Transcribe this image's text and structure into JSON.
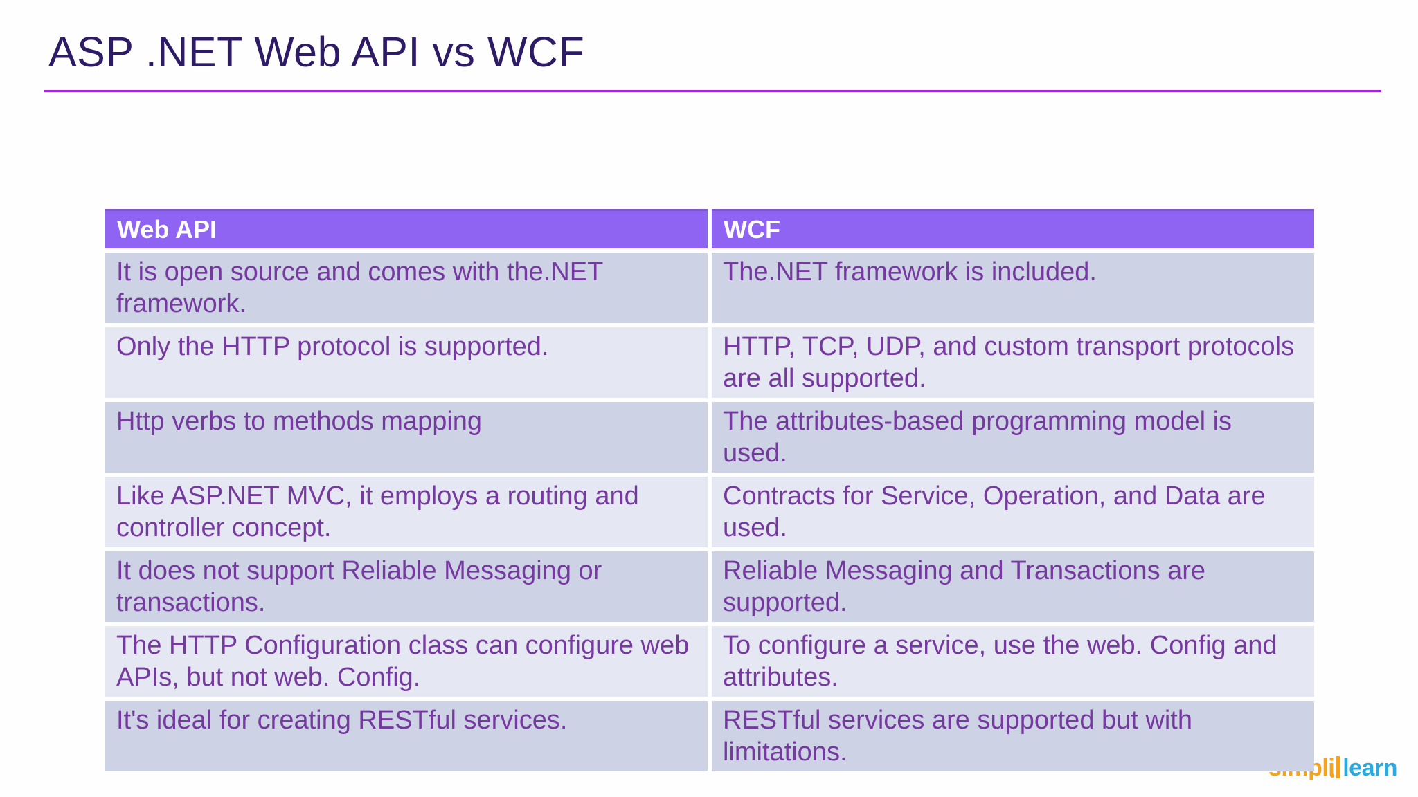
{
  "slide": {
    "title": "ASP .NET Web API vs WCF"
  },
  "table": {
    "headers": [
      {
        "label": "Web API"
      },
      {
        "label": "WCF"
      }
    ],
    "rows": [
      [
        "It is open source and comes with the.NET framework.",
        "The.NET framework is included."
      ],
      [
        "Only the HTTP protocol is supported.",
        "HTTP, TCP, UDP, and custom transport protocols are all supported."
      ],
      [
        "Http verbs to methods mapping",
        "The attributes-based programming model is used."
      ],
      [
        "Like ASP.NET MVC, it employs a routing and controller concept.",
        "Contracts for Service, Operation, and Data are used."
      ],
      [
        "It does not support Reliable Messaging or transactions.",
        "Reliable Messaging and Transactions are supported."
      ],
      [
        "The HTTP Configuration class can configure web APIs, but not web. Config.",
        "To configure a service, use the web. Config and attributes."
      ],
      [
        "It's ideal for creating RESTful services.",
        " RESTful services are supported but with limitations."
      ]
    ]
  },
  "logo": {
    "part1": "simpli",
    "part2": "learn"
  },
  "colors": {
    "title_text": "#2e1b66",
    "title_rule": "#a324db",
    "header_bg": "#8f64f2",
    "header_text": "#ffffff",
    "row_dark_bg": "#cdd3e5",
    "row_light_bg": "#e5e7f2",
    "cell_text": "#7639a0",
    "logo_orange": "#f5a21f",
    "logo_blue": "#2ba9e1"
  }
}
